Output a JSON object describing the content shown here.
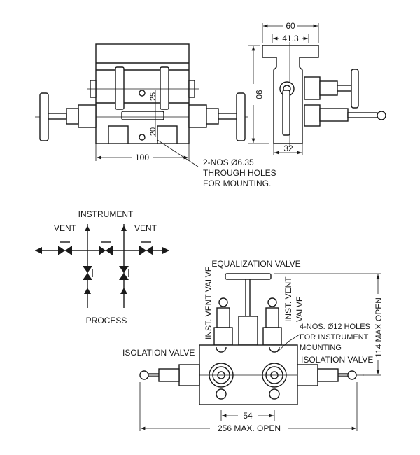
{
  "front_view": {
    "dim_width": "100",
    "dim_hole_upper": "25",
    "dim_hole_lower": "20",
    "note_lines": [
      "2-NOS Ø6.35",
      "THROUGH HOLES",
      "FOR MOUNTING."
    ]
  },
  "side_view": {
    "dim_overall_width": "60",
    "dim_flange": "41.3",
    "dim_height": "90",
    "dim_base": "32"
  },
  "schematic": {
    "label_top": "INSTRUMENT",
    "label_vent_left": "VENT",
    "label_vent_right": "VENT",
    "label_bottom": "PROCESS"
  },
  "bottom_view": {
    "equalization_label": "EQUALIZATION VALVE",
    "inst_vent_left": "INST. VENT VALVE",
    "inst_vent_right_lines": [
      "INST. VENT",
      "VALVE"
    ],
    "holes_note_lines": [
      "4-NOS. Ø12 HOLES",
      "FOR INSTRUMENT",
      "MOUNTING"
    ],
    "isolation_left": "ISOLATION VALVE",
    "isolation_right": "ISOLATION VALVE",
    "dim_height": "114  MAX OPEN",
    "dim_centers": "54",
    "dim_width": "256 MAX. OPEN"
  }
}
